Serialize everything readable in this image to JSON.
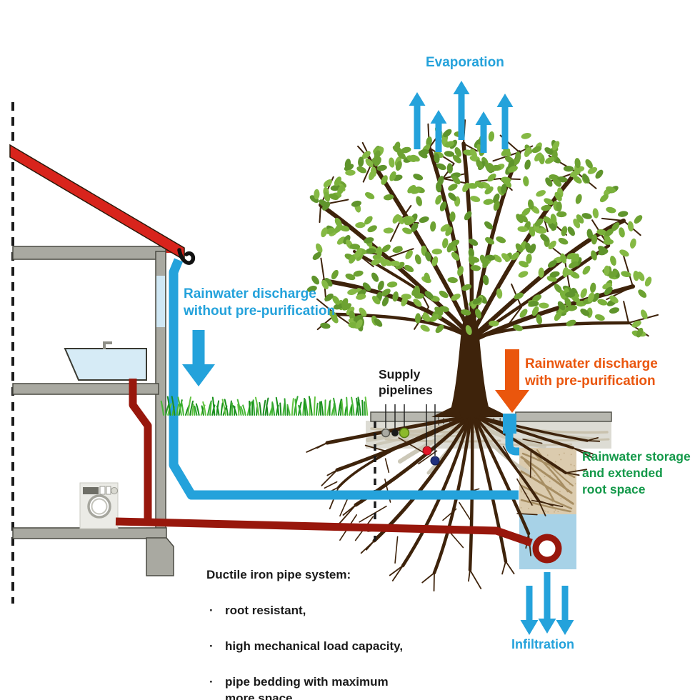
{
  "labels": {
    "evaporation": "Evaporation",
    "discharge_without": "Rainwater discharge\nwithout pre-purification",
    "supply_pipelines": "Supply\npipelines",
    "discharge_with": "Rainwater discharge\nwith pre-purification",
    "storage": "Rainwater storage\nand extended\nroot space",
    "infiltration": "Infiltration"
  },
  "pipe_system": {
    "title": "Ductile iron pipe system:",
    "bullet_glyph": "·",
    "bullets": [
      "root resistant,",
      "high mechanical load capacity,",
      "pipe bedding with maximum\nmore space"
    ]
  },
  "colors": {
    "blue": "#24a2db",
    "orange": "#ea560d",
    "green": "#14994a",
    "black": "#1a1a1a",
    "dark_red": "#98170c",
    "roof_red": "#d8241c",
    "wall_gray": "#a9a9a1",
    "pavement_gray": "#b7b7af",
    "soil_light_gray": "#dddcd4",
    "root_space_tan": "#dbcbae",
    "infiltration_blue_box": "#a7d2e7",
    "branch_brown": "#3e230b",
    "leaf_green": "#6da232",
    "grass_green": "#2ea32e"
  },
  "icons": {
    "evaporation_arrows": "up-arrows-icon",
    "discharge_without_arrow": "down-arrow-icon",
    "discharge_with_arrow": "down-arrow-icon",
    "infiltration_arrows": "down-arrows-icon",
    "supply_pipes": [
      "gray-pipe-dot",
      "black-pipe-dot",
      "green-pipe-dot",
      "red-pipe-dot",
      "blue-pipe-dot"
    ]
  }
}
